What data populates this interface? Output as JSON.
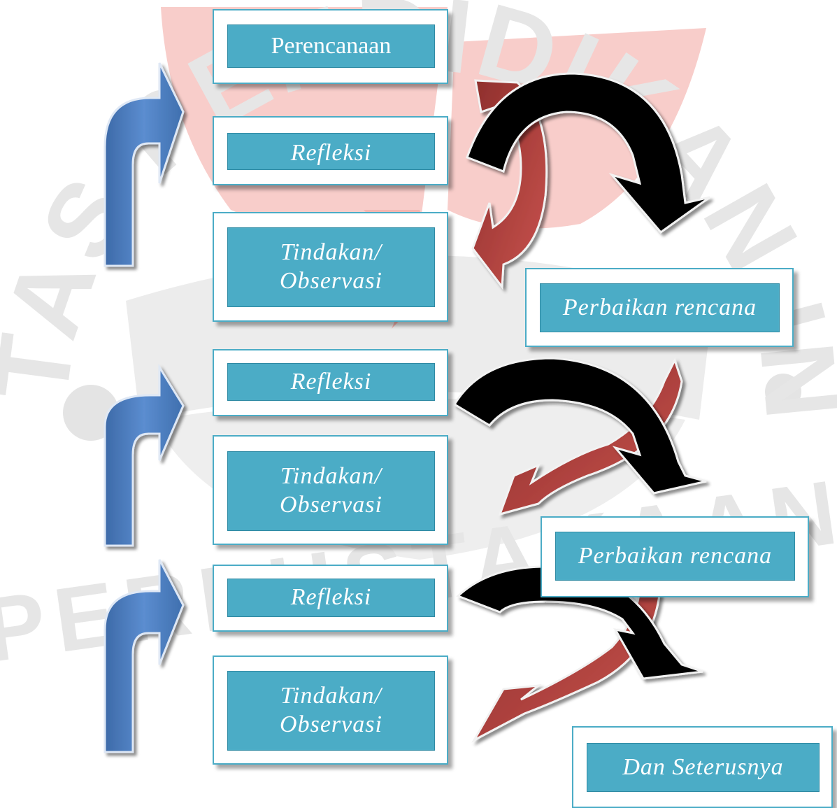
{
  "watermark": {
    "text": "UNIVERSITAS PENDIDIKAN INDONESIA",
    "bottom_text": "PERPUSTAKAAN"
  },
  "boxes": {
    "perencanaan": "Perencanaan",
    "refleksi_1": "Refleksi",
    "tindakan_1": "Tindakan/\nObservasi",
    "perbaikan_1": "Perbaikan rencana",
    "refleksi_2": "Refleksi",
    "tindakan_2": "Tindakan/\nObservasi",
    "perbaikan_2": "Perbaikan rencana",
    "refleksi_3": "Refleksi",
    "tindakan_3": "Tindakan/\nObservasi",
    "dan_seterusnya": "Dan Seterusnya"
  },
  "colors": {
    "box_fill": "#4bacc6",
    "box_border": "#4bacc6",
    "blue_arrow": "#4f81bd",
    "red_arrow": "#c0504d",
    "black_arrow": "#000000",
    "watermark_red": "#f7c8c4",
    "watermark_gray": "#e4e4e4"
  },
  "icons": [
    "blue-bent-arrow-icon",
    "red-curved-arrow-icon",
    "black-curved-arrow-icon"
  ]
}
